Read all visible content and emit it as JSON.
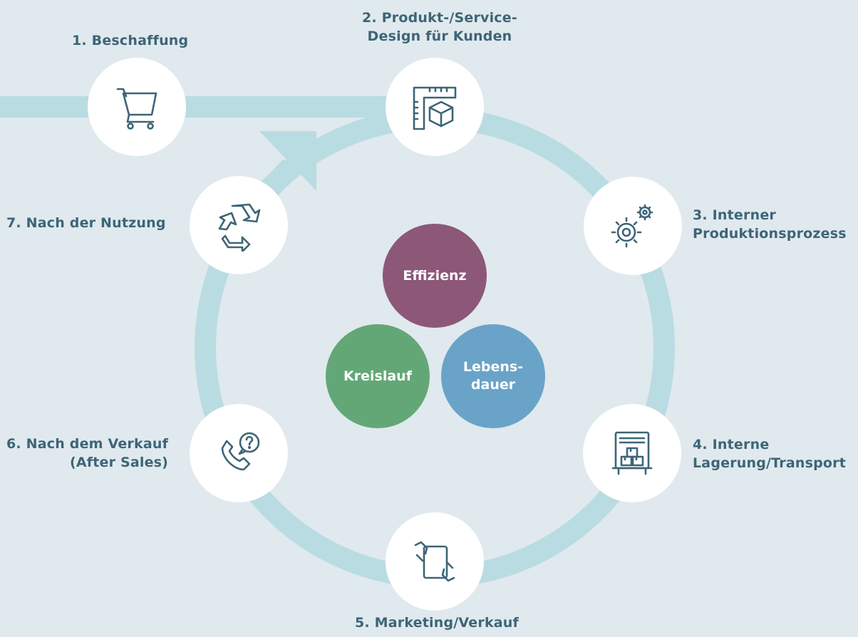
{
  "colors": {
    "background": "#e0e9ee",
    "track": "#b9dce2",
    "node_fill": "#ffffff",
    "icon_stroke": "#3d6577",
    "label_text": "#3d6577",
    "effizienz": "#8d5778",
    "kreislauf": "#63a777",
    "lebensdauer": "#6aa3c8"
  },
  "steps": [
    {
      "label": [
        "1. Beschaffung"
      ],
      "icon": "shopping-cart-icon"
    },
    {
      "label": [
        "2. Produkt-/Service-",
        "Design für Kunden"
      ],
      "icon": "ruler-cube-icon"
    },
    {
      "label": [
        "3. Interner",
        "Produktionsprozess"
      ],
      "icon": "gears-icon"
    },
    {
      "label": [
        "4. Interne",
        "Lagerung/Transport"
      ],
      "icon": "warehouse-boxes-icon"
    },
    {
      "label": [
        "5. Marketing/Verkauf"
      ],
      "icon": "hands-tablet-icon"
    },
    {
      "label": [
        "6. Nach dem Verkauf",
        "(After Sales)"
      ],
      "icon": "phone-question-icon"
    },
    {
      "label": [
        "7. Nach der Nutzung"
      ],
      "icon": "recycle-icon"
    }
  ],
  "center": {
    "effizienz": [
      "Effizienz"
    ],
    "kreislauf": [
      "Kreislauf"
    ],
    "lebensdauer": [
      "Lebens-",
      "dauer"
    ]
  }
}
